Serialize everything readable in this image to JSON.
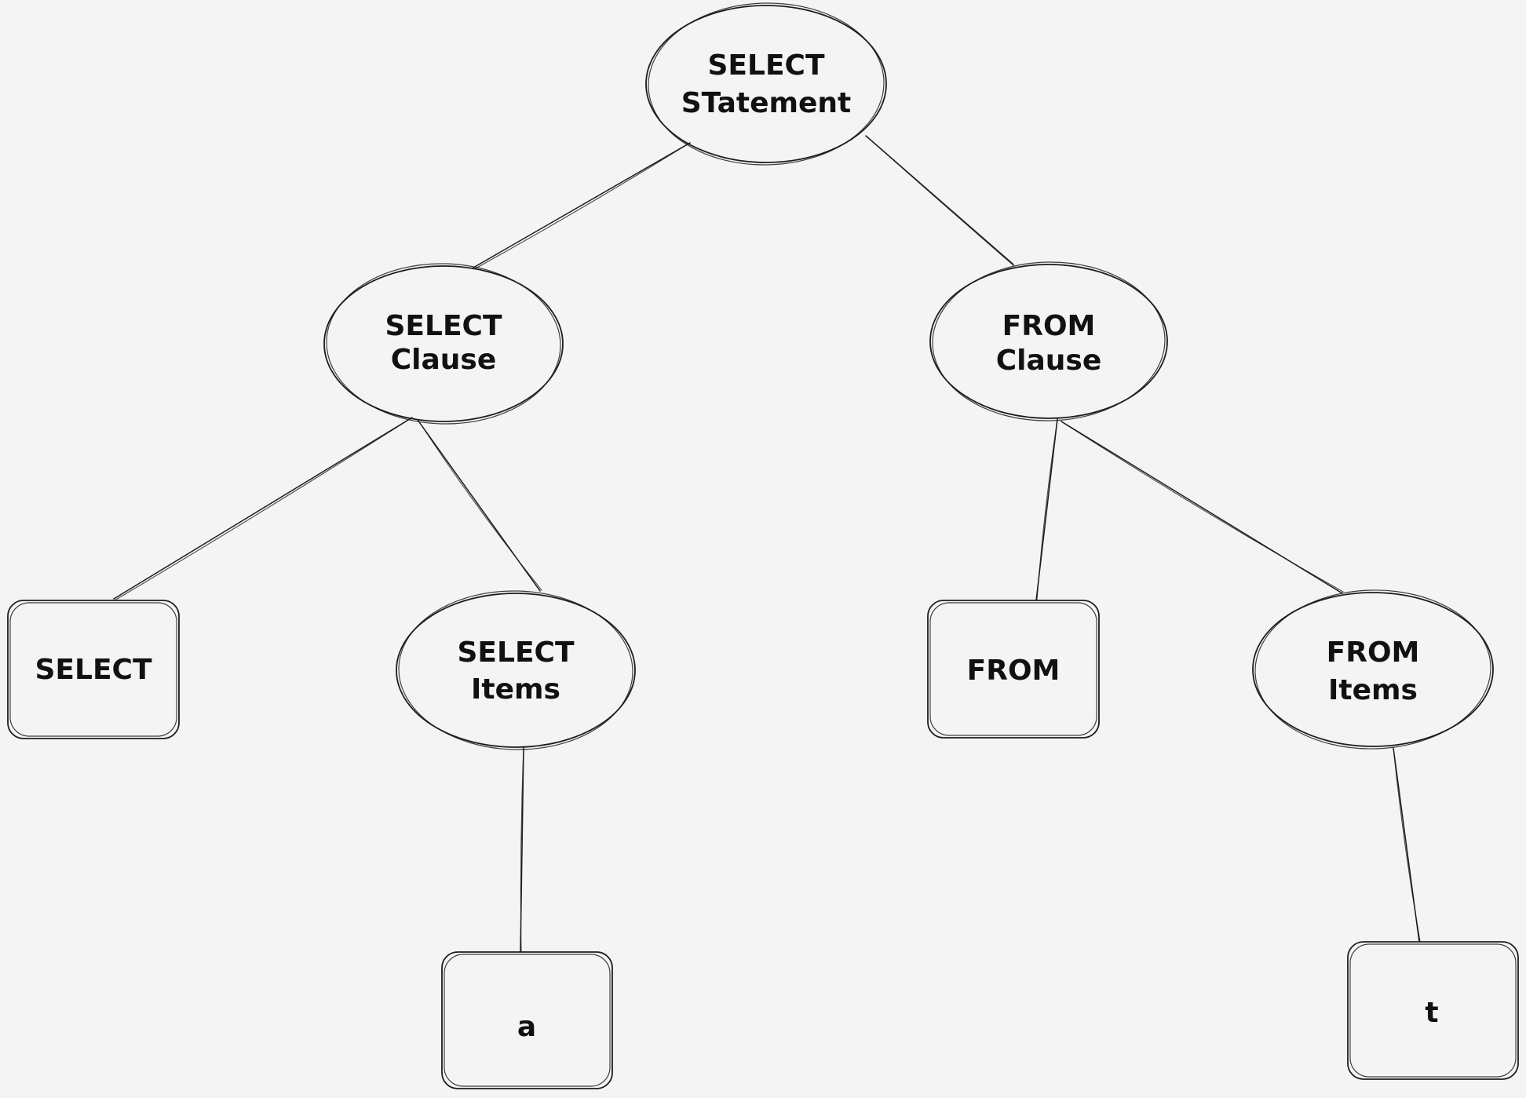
{
  "colors": {
    "background": "#f4f4f5",
    "stroke": "#1c1c1c",
    "text": "#111111"
  },
  "diagram": {
    "nodes": {
      "select_statement": {
        "shape": "ellipse",
        "line1": "SELECT",
        "line2": "STatement"
      },
      "select_clause": {
        "shape": "ellipse",
        "line1": "SELECT",
        "line2": "Clause"
      },
      "from_clause": {
        "shape": "ellipse",
        "line1": "FROM",
        "line2": "Clause"
      },
      "select_keyword": {
        "shape": "rectangle",
        "label": "SELECT"
      },
      "select_items": {
        "shape": "ellipse",
        "line1": "SELECT",
        "line2": "Items"
      },
      "from_keyword": {
        "shape": "rectangle",
        "label": "FROM"
      },
      "from_items": {
        "shape": "ellipse",
        "line1": "FROM",
        "line2": "Items"
      },
      "item_a": {
        "shape": "rectangle",
        "label": "a"
      },
      "item_t": {
        "shape": "rectangle",
        "label": "t"
      }
    },
    "edges": [
      {
        "from": "select_statement",
        "to": "select_clause"
      },
      {
        "from": "select_statement",
        "to": "from_clause"
      },
      {
        "from": "select_clause",
        "to": "select_keyword"
      },
      {
        "from": "select_clause",
        "to": "select_items"
      },
      {
        "from": "from_clause",
        "to": "from_keyword"
      },
      {
        "from": "from_clause",
        "to": "from_items"
      },
      {
        "from": "select_items",
        "to": "item_a"
      },
      {
        "from": "from_items",
        "to": "item_t"
      }
    ]
  }
}
